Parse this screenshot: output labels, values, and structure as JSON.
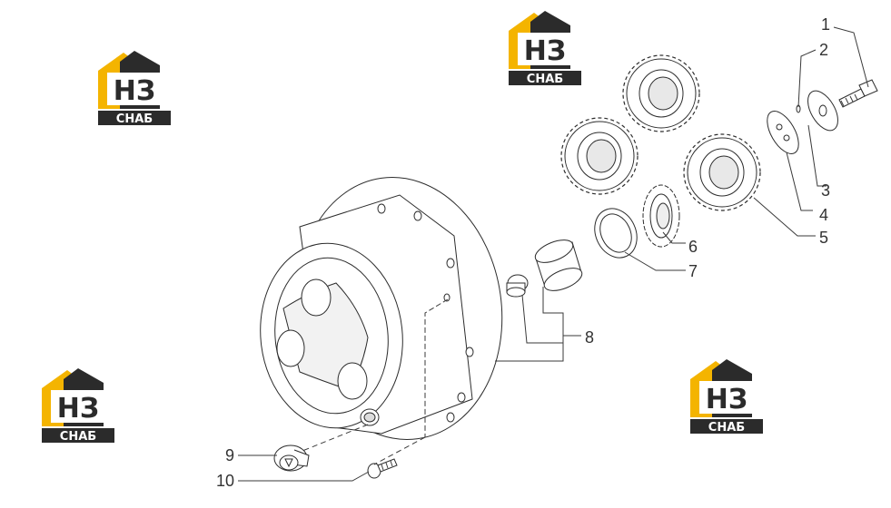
{
  "watermark": {
    "mark": "НЗ",
    "brand": "СНАБ",
    "colors": {
      "yellow": "#f4b400",
      "dark": "#2b2b2b",
      "white": "#ffffff"
    }
  },
  "callouts": [
    {
      "number": "1"
    },
    {
      "number": "2"
    },
    {
      "number": "3"
    },
    {
      "number": "4"
    },
    {
      "number": "5"
    },
    {
      "number": "6"
    },
    {
      "number": "7"
    },
    {
      "number": "8"
    },
    {
      "number": "9"
    },
    {
      "number": "10"
    }
  ],
  "parts_icon_names": {
    "housing": "planetary-housing",
    "gear": "planet-gear-icon",
    "bearing": "needle-bearing-icon",
    "shaft": "planet-pin-icon",
    "washer": "thrust-washer-icon",
    "bolt": "bolt-icon",
    "plug": "drain-plug-icon"
  }
}
